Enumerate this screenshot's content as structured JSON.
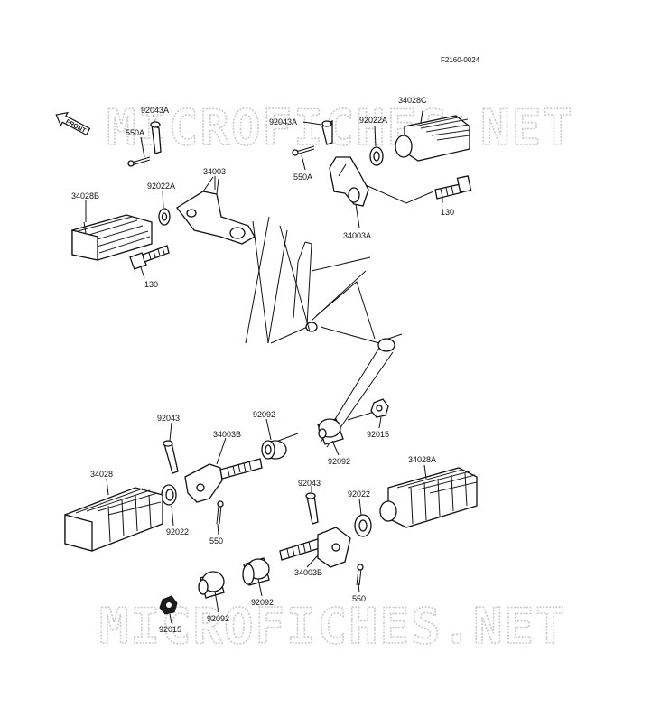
{
  "figure_code": "F2160-0024",
  "front_label": "FRONT",
  "watermark": "MICROFICHES.NET",
  "callouts": [
    {
      "id": "c1",
      "text": "92043A"
    },
    {
      "id": "c2",
      "text": "550A"
    },
    {
      "id": "c3",
      "text": "34003"
    },
    {
      "id": "c4",
      "text": "92022A"
    },
    {
      "id": "c5",
      "text": "34028B"
    },
    {
      "id": "c6",
      "text": "130"
    },
    {
      "id": "c7",
      "text": "92043A"
    },
    {
      "id": "c8",
      "text": "550A"
    },
    {
      "id": "c9",
      "text": "92022A"
    },
    {
      "id": "c10",
      "text": "34028C"
    },
    {
      "id": "c11",
      "text": "130"
    },
    {
      "id": "c12",
      "text": "34003A"
    },
    {
      "id": "c13",
      "text": "92043"
    },
    {
      "id": "c14",
      "text": "34003B"
    },
    {
      "id": "c15",
      "text": "92092"
    },
    {
      "id": "c16",
      "text": "92015"
    },
    {
      "id": "c17",
      "text": "92092"
    },
    {
      "id": "c18",
      "text": "34028"
    },
    {
      "id": "c19",
      "text": "92022"
    },
    {
      "id": "c20",
      "text": "550"
    },
    {
      "id": "c21",
      "text": "34028A"
    },
    {
      "id": "c22",
      "text": "92043"
    },
    {
      "id": "c23",
      "text": "92022"
    },
    {
      "id": "c24",
      "text": "34003B"
    },
    {
      "id": "c25",
      "text": "550"
    },
    {
      "id": "c26",
      "text": "92092"
    },
    {
      "id": "c27",
      "text": "92092"
    },
    {
      "id": "c28",
      "text": "92015"
    }
  ]
}
